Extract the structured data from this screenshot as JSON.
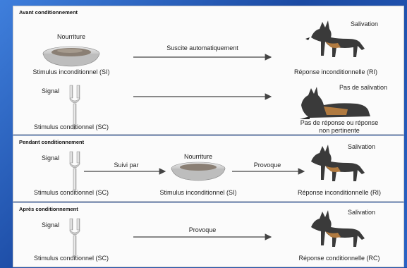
{
  "sections": {
    "before": {
      "title": "Avant conditionnement",
      "row1": {
        "food_label": "Nourriture",
        "stimulus": "Stimulus inconditionnel (SI)",
        "arrow_label": "Suscite automatiquement",
        "dog_label": "Salivation",
        "response": "Réponse inconditionnelle (RI)"
      },
      "row2": {
        "signal_label": "Signal",
        "stimulus": "Stimulus conditionnel (SC)",
        "dog_label": "Pas de salivation",
        "response_line1": "Pas de réponse ou réponse",
        "response_line2": "non pertinente"
      }
    },
    "during": {
      "title": "Pendant conditionnement",
      "signal_label": "Signal",
      "stimulus1": "Stimulus conditionnel (SC)",
      "arrow1_label": "Suivi par",
      "food_label": "Nourriture",
      "stimulus2": "Stimulus inconditionnel (SI)",
      "arrow2_label": "Provoque",
      "dog_label": "Salivation",
      "response": "Réponse inconditionnelle (RI)"
    },
    "after": {
      "title": "Après conditionnement",
      "signal_label": "Signal",
      "stimulus": "Stimulus conditionnel (SC)",
      "arrow_label": "Provoque",
      "dog_label": "Salivation",
      "response": "Réponse conditionnelle (RC)"
    }
  },
  "icons": [
    "food-bowl-icon",
    "tuning-fork-icon",
    "dog-standing-icon",
    "dog-lying-icon",
    "arrow-icon"
  ],
  "colors": {
    "background": "#1f4fa8",
    "panel": "#fbfbfb",
    "text": "#222222"
  }
}
